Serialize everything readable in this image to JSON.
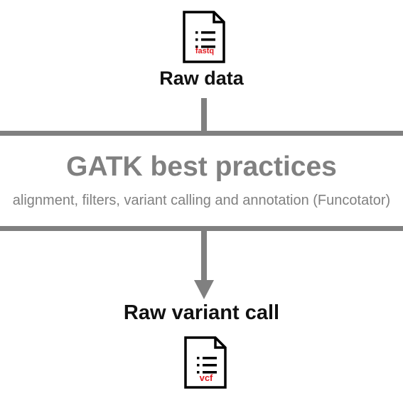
{
  "input": {
    "file_type": "fastq",
    "title": "Raw data",
    "file_icon": "document-lines-icon"
  },
  "pipeline": {
    "title": "GATK best practices",
    "subtitle": "alignment, filters, variant calling and annotation (Funcotator)"
  },
  "output": {
    "title": "Raw variant call",
    "file_type": "vcf",
    "file_icon": "document-lines-icon"
  },
  "colors": {
    "connector": "#808080",
    "file_label": "#e0191f",
    "text": "#111111",
    "icon_stroke": "#000000"
  }
}
